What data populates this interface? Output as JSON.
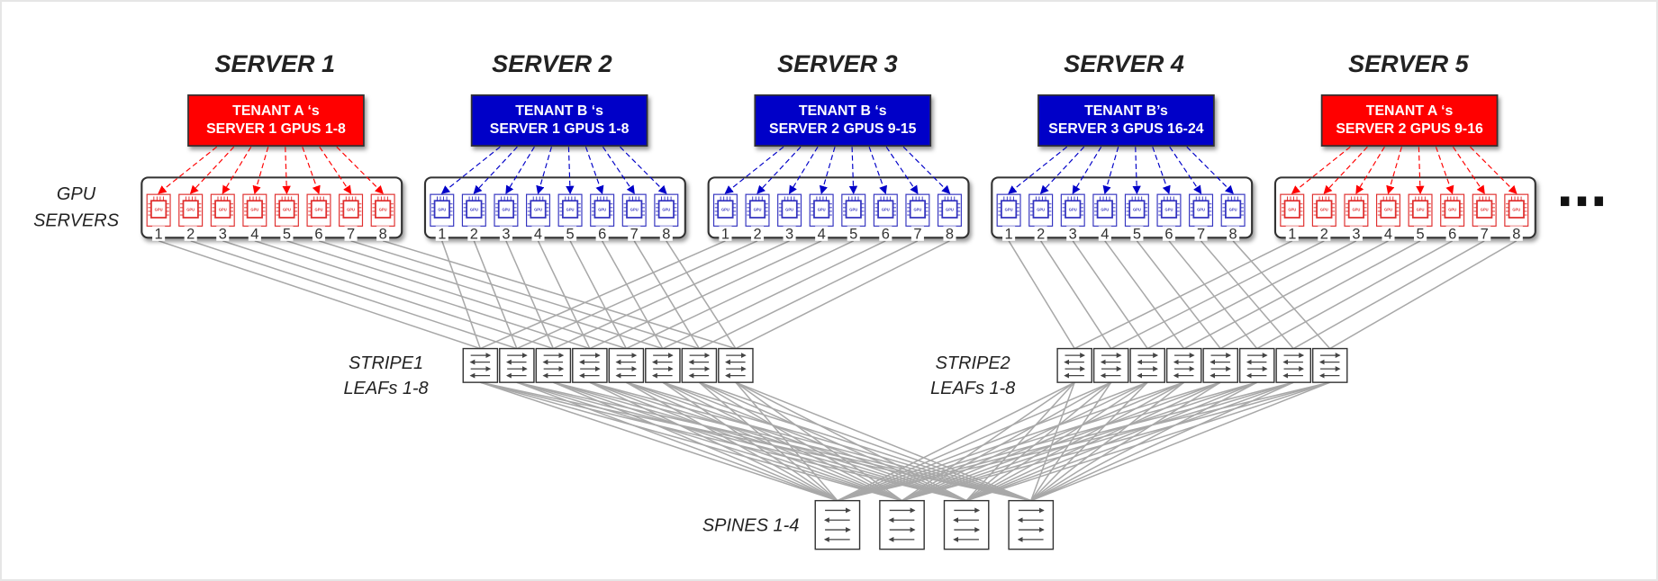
{
  "colors": {
    "tenant_a": "#ff0000",
    "tenant_b": "#0000c8",
    "link": "#a8a8a8",
    "chip_a": "#e0302f",
    "chip_b": "#3535c0"
  },
  "gpu_servers_label": [
    "GPU",
    "SERVERS"
  ],
  "chip_label": "GPU",
  "ellipsis": "...",
  "servers": [
    {
      "title": "SERVER 1",
      "tenant": "A",
      "tenant_lines": [
        "TENANT A ‘s",
        "SERVER 1  GPUS 1-8"
      ],
      "gpus": [
        "1",
        "2",
        "3",
        "4",
        "5",
        "6",
        "7",
        "8"
      ],
      "stripe": 1
    },
    {
      "title": "SERVER 2",
      "tenant": "B",
      "tenant_lines": [
        "TENANT B ‘s",
        "SERVER 1 GPUS 1-8"
      ],
      "gpus": [
        "1",
        "2",
        "3",
        "4",
        "5",
        "6",
        "7",
        "8"
      ],
      "stripe": 1
    },
    {
      "title": "SERVER 3",
      "tenant": "B",
      "tenant_lines": [
        "TENANT B ‘s",
        "SERVER 2 GPUS 9-15"
      ],
      "gpus": [
        "1",
        "2",
        "3",
        "4",
        "5",
        "6",
        "7",
        "8"
      ],
      "stripe": 1
    },
    {
      "title": "SERVER 4",
      "tenant": "B",
      "tenant_lines": [
        "TENANT B’s",
        "SERVER 3 GPUS 16-24"
      ],
      "gpus": [
        "1",
        "2",
        "3",
        "4",
        "5",
        "6",
        "7",
        "8"
      ],
      "stripe": 2
    },
    {
      "title": "SERVER 5",
      "tenant": "A",
      "tenant_lines": [
        "TENANT A ‘s",
        "SERVER 2 GPUS 9-16"
      ],
      "gpus": [
        "1",
        "2",
        "3",
        "4",
        "5",
        "6",
        "7",
        "8"
      ],
      "stripe": 2
    }
  ],
  "stripes": [
    {
      "label_lines": [
        "STRIPE1",
        "LEAFs 1-8"
      ],
      "leaf_count": 8
    },
    {
      "label_lines": [
        "STRIPE2",
        "LEAFs 1-8"
      ],
      "leaf_count": 8
    }
  ],
  "spines": {
    "label": "SPINES 1-4",
    "count": 4
  }
}
